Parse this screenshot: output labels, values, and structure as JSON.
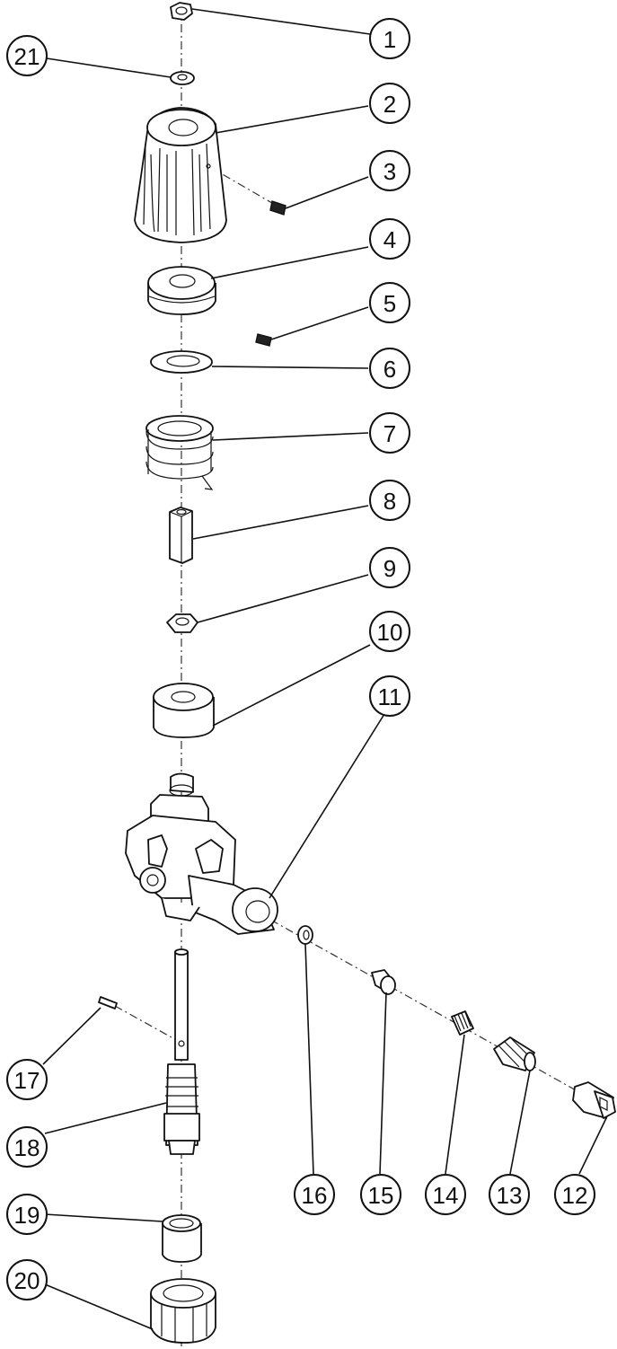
{
  "diagram": {
    "type": "exploded-parts-diagram",
    "callouts": [
      {
        "id": "1",
        "label": "1"
      },
      {
        "id": "21",
        "label": "21"
      },
      {
        "id": "2",
        "label": "2"
      },
      {
        "id": "3",
        "label": "3"
      },
      {
        "id": "4",
        "label": "4"
      },
      {
        "id": "5",
        "label": "5"
      },
      {
        "id": "6",
        "label": "6"
      },
      {
        "id": "7",
        "label": "7"
      },
      {
        "id": "8",
        "label": "8"
      },
      {
        "id": "9",
        "label": "9"
      },
      {
        "id": "10",
        "label": "10"
      },
      {
        "id": "11",
        "label": "11"
      },
      {
        "id": "17",
        "label": "17"
      },
      {
        "id": "18",
        "label": "18"
      },
      {
        "id": "19",
        "label": "19"
      },
      {
        "id": "20",
        "label": "20"
      },
      {
        "id": "16",
        "label": "16"
      },
      {
        "id": "15",
        "label": "15"
      },
      {
        "id": "14",
        "label": "14"
      },
      {
        "id": "13",
        "label": "13"
      },
      {
        "id": "12",
        "label": "12"
      }
    ]
  },
  "colors": {
    "line": "#111111",
    "background": "#ffffff"
  }
}
